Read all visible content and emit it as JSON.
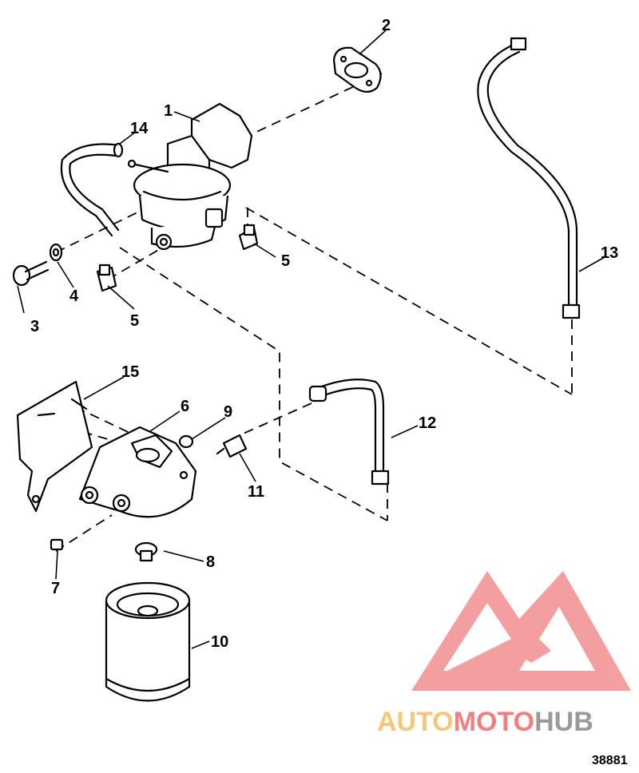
{
  "callouts": {
    "c1": "1",
    "c2": "2",
    "c3": "3",
    "c4": "4",
    "c5a": "5",
    "c5b": "5",
    "c6": "6",
    "c7": "7",
    "c8": "8",
    "c9": "9",
    "c10": "10",
    "c11": "11",
    "c12": "12",
    "c13": "13",
    "c14": "14",
    "c15": "15"
  },
  "figure_number": "38881",
  "watermark": {
    "part1": "AUTO",
    "part2": "MOTO",
    "part3": "HUB",
    "color1": "#f5c779",
    "color2": "#f08080",
    "color3": "#9a9a9a",
    "logo_color": "#f08080"
  }
}
